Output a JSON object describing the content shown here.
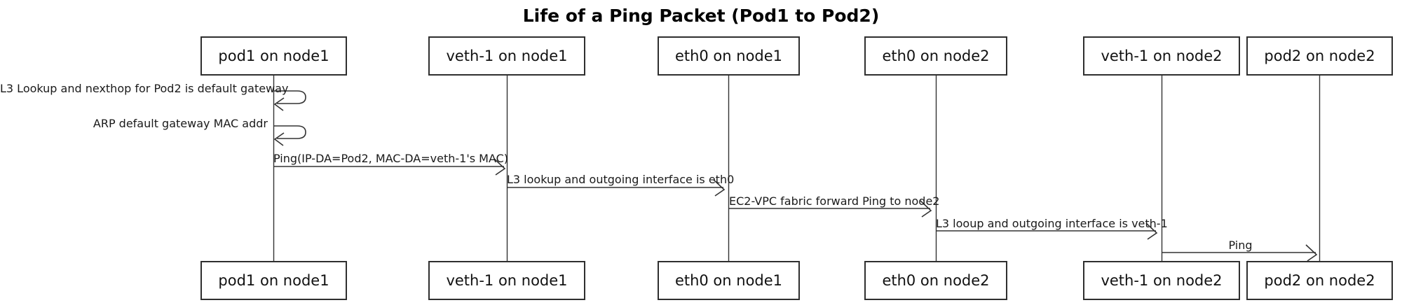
{
  "title": "Life of a Ping Packet (Pod1 to Pod2)",
  "diagram_type": "sequence-diagram",
  "colors": {
    "background": "#ffffff",
    "box_border": "#2f2f2f",
    "box_fill": "#ffffff",
    "line": "#333333",
    "text": "#000000"
  },
  "participants": [
    {
      "label": "pod1 on node1"
    },
    {
      "label": "veth-1 on node1"
    },
    {
      "label": "eth0 on node1"
    },
    {
      "label": "eth0 on node2"
    },
    {
      "label": "veth-1 on node2"
    },
    {
      "label": "pod2 on node2"
    }
  ],
  "messages": [
    {
      "from": "pod1 on node1",
      "to": "pod1 on node1",
      "type": "self",
      "text": "L3 Lookup and nexthop for Pod2 is default gateway"
    },
    {
      "from": "pod1 on node1",
      "to": "pod1 on node1",
      "type": "self",
      "text": "ARP default gateway MAC addr"
    },
    {
      "from": "pod1 on node1",
      "to": "veth-1 on node1",
      "type": "arrow",
      "text": "Ping(IP-DA=Pod2, MAC-DA=veth-1's MAC)"
    },
    {
      "from": "veth-1 on node1",
      "to": "eth0 on node1",
      "type": "arrow",
      "text": "L3 lookup and outgoing interface is eth0"
    },
    {
      "from": "eth0 on node1",
      "to": "eth0 on node2",
      "type": "arrow",
      "text": "EC2-VPC fabric forward Ping to node2"
    },
    {
      "from": "eth0 on node2",
      "to": "veth-1 on node2",
      "type": "arrow",
      "text": "L3 looup and outgoing interface is veth-1"
    },
    {
      "from": "veth-1 on node2",
      "to": "pod2 on node2",
      "type": "arrow",
      "text": "Ping"
    }
  ]
}
